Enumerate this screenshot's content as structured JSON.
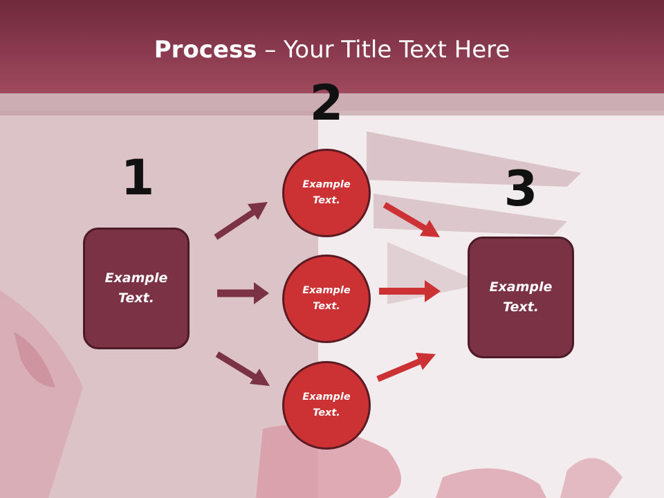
{
  "title": {
    "strong": "Process",
    "rest": " – Your Title Text Here"
  },
  "steps": [
    "1",
    "2",
    "3"
  ],
  "left_box": {
    "label": "Example Text."
  },
  "circles": [
    {
      "label": "Example Text."
    },
    {
      "label": "Example Text."
    },
    {
      "label": "Example Text."
    }
  ],
  "right_box": {
    "label": "Example Text."
  },
  "colors": {
    "title_bar": "#7a2f41",
    "box_fill": "#7a3244",
    "circle_fill": "#cc3234",
    "arrow_left": "#7a3244",
    "arrow_right": "#cc3234"
  }
}
